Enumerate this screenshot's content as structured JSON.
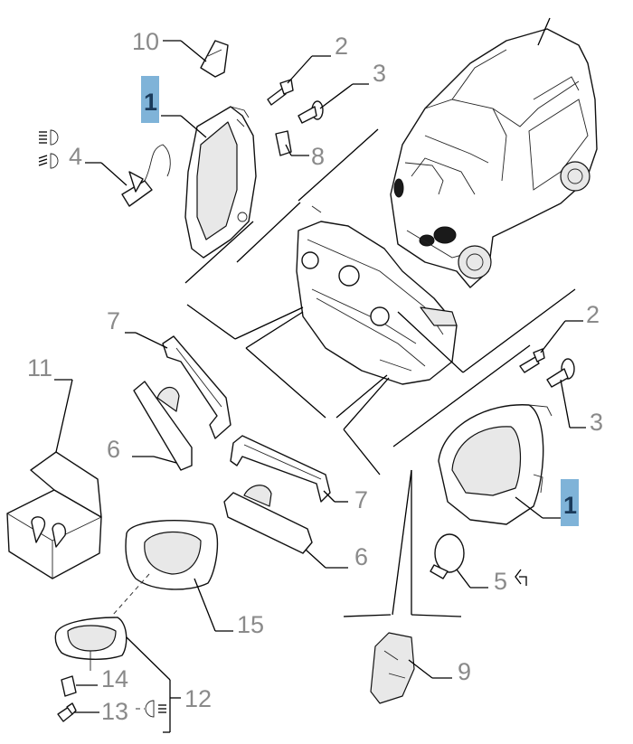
{
  "callouts": {
    "c1_top": "1",
    "c1_right": "1",
    "c2_top": "2",
    "c2_right": "2",
    "c3_top": "3",
    "c3_right": "3",
    "c4": "4",
    "c5": "5",
    "c6_left": "6",
    "c6_right": "6",
    "c7_top": "7",
    "c7_right": "7",
    "c8": "8",
    "c9": "9",
    "c10": "10",
    "c11": "11",
    "c12": "12",
    "c13": "13",
    "c14": "14",
    "c15": "15"
  },
  "symbols": {
    "headlamp_beam_icons": "low-beam-high-beam-icon",
    "direction_indicator_icon": "turn-signal-arrow-icon",
    "fog_lamp_icon": "fog-lamp-icon"
  },
  "colors": {
    "highlight": "#7fb3d8",
    "callout_number": "#8a8a8a",
    "line": "#000000"
  }
}
